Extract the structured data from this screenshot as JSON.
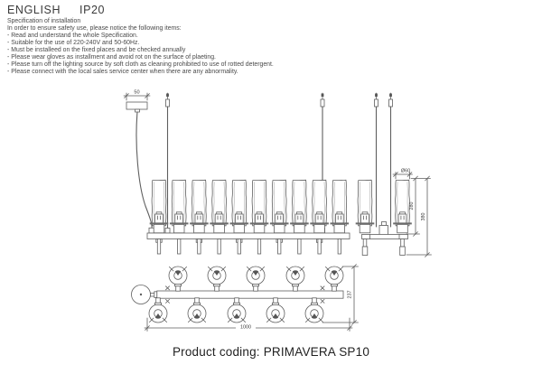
{
  "header": {
    "language": "ENGLISH",
    "ip_rating": "IP20"
  },
  "spec": {
    "title": "Specification of installation",
    "intro": "In order to ensure safety use, please notice the following items:",
    "items": [
      "- Read and understand the whole Specification.",
      "- Suitable for the use of 220-240V and 50-60Hz.",
      "- Must be installeed on the fixed places and be checked annually",
      "- Please wear gloves as installment and avoid rot on the surface of plaeting.",
      "- Please turn off the lighting source by soft cloth as cleaning prohibited to use of rotted detergent.",
      "- Please connect with the local sales service center when there are any abnormality."
    ]
  },
  "diagram": {
    "dimensions": {
      "canopy_width": "50",
      "tube_diameter": "Ø60",
      "tube_height": "280",
      "fixture_height": "380",
      "bar_length": "1000",
      "plan_depth": "237"
    },
    "line_color": "#5f5f5f"
  },
  "footer": {
    "product_coding": "Product coding: PRIMAVERA SP10"
  }
}
